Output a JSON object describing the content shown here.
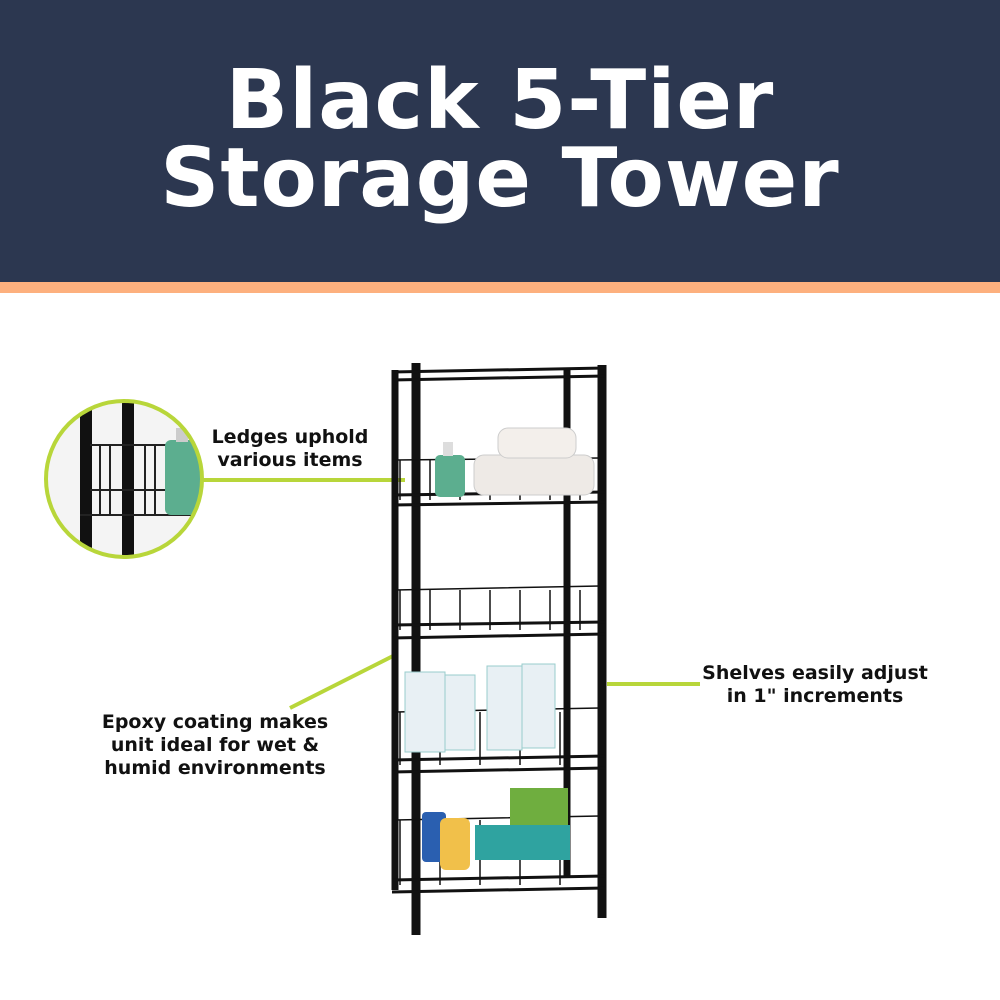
{
  "header": {
    "title_line1": "Black 5-Tier",
    "title_line2": "Storage Tower"
  },
  "colors": {
    "header_bg": "#2c3750",
    "stripe": "#fdb07e",
    "callout_line": "#b8d63a"
  },
  "callouts": {
    "ledges": {
      "line1": "Ledges uphold",
      "line2": "various items"
    },
    "epoxy": {
      "line1": "Epoxy coating makes",
      "line2": "unit ideal for wet &",
      "line3": "humid environments"
    },
    "shelves": {
      "line1": "Shelves easily adjust",
      "line2": "in 1\" increments"
    }
  }
}
